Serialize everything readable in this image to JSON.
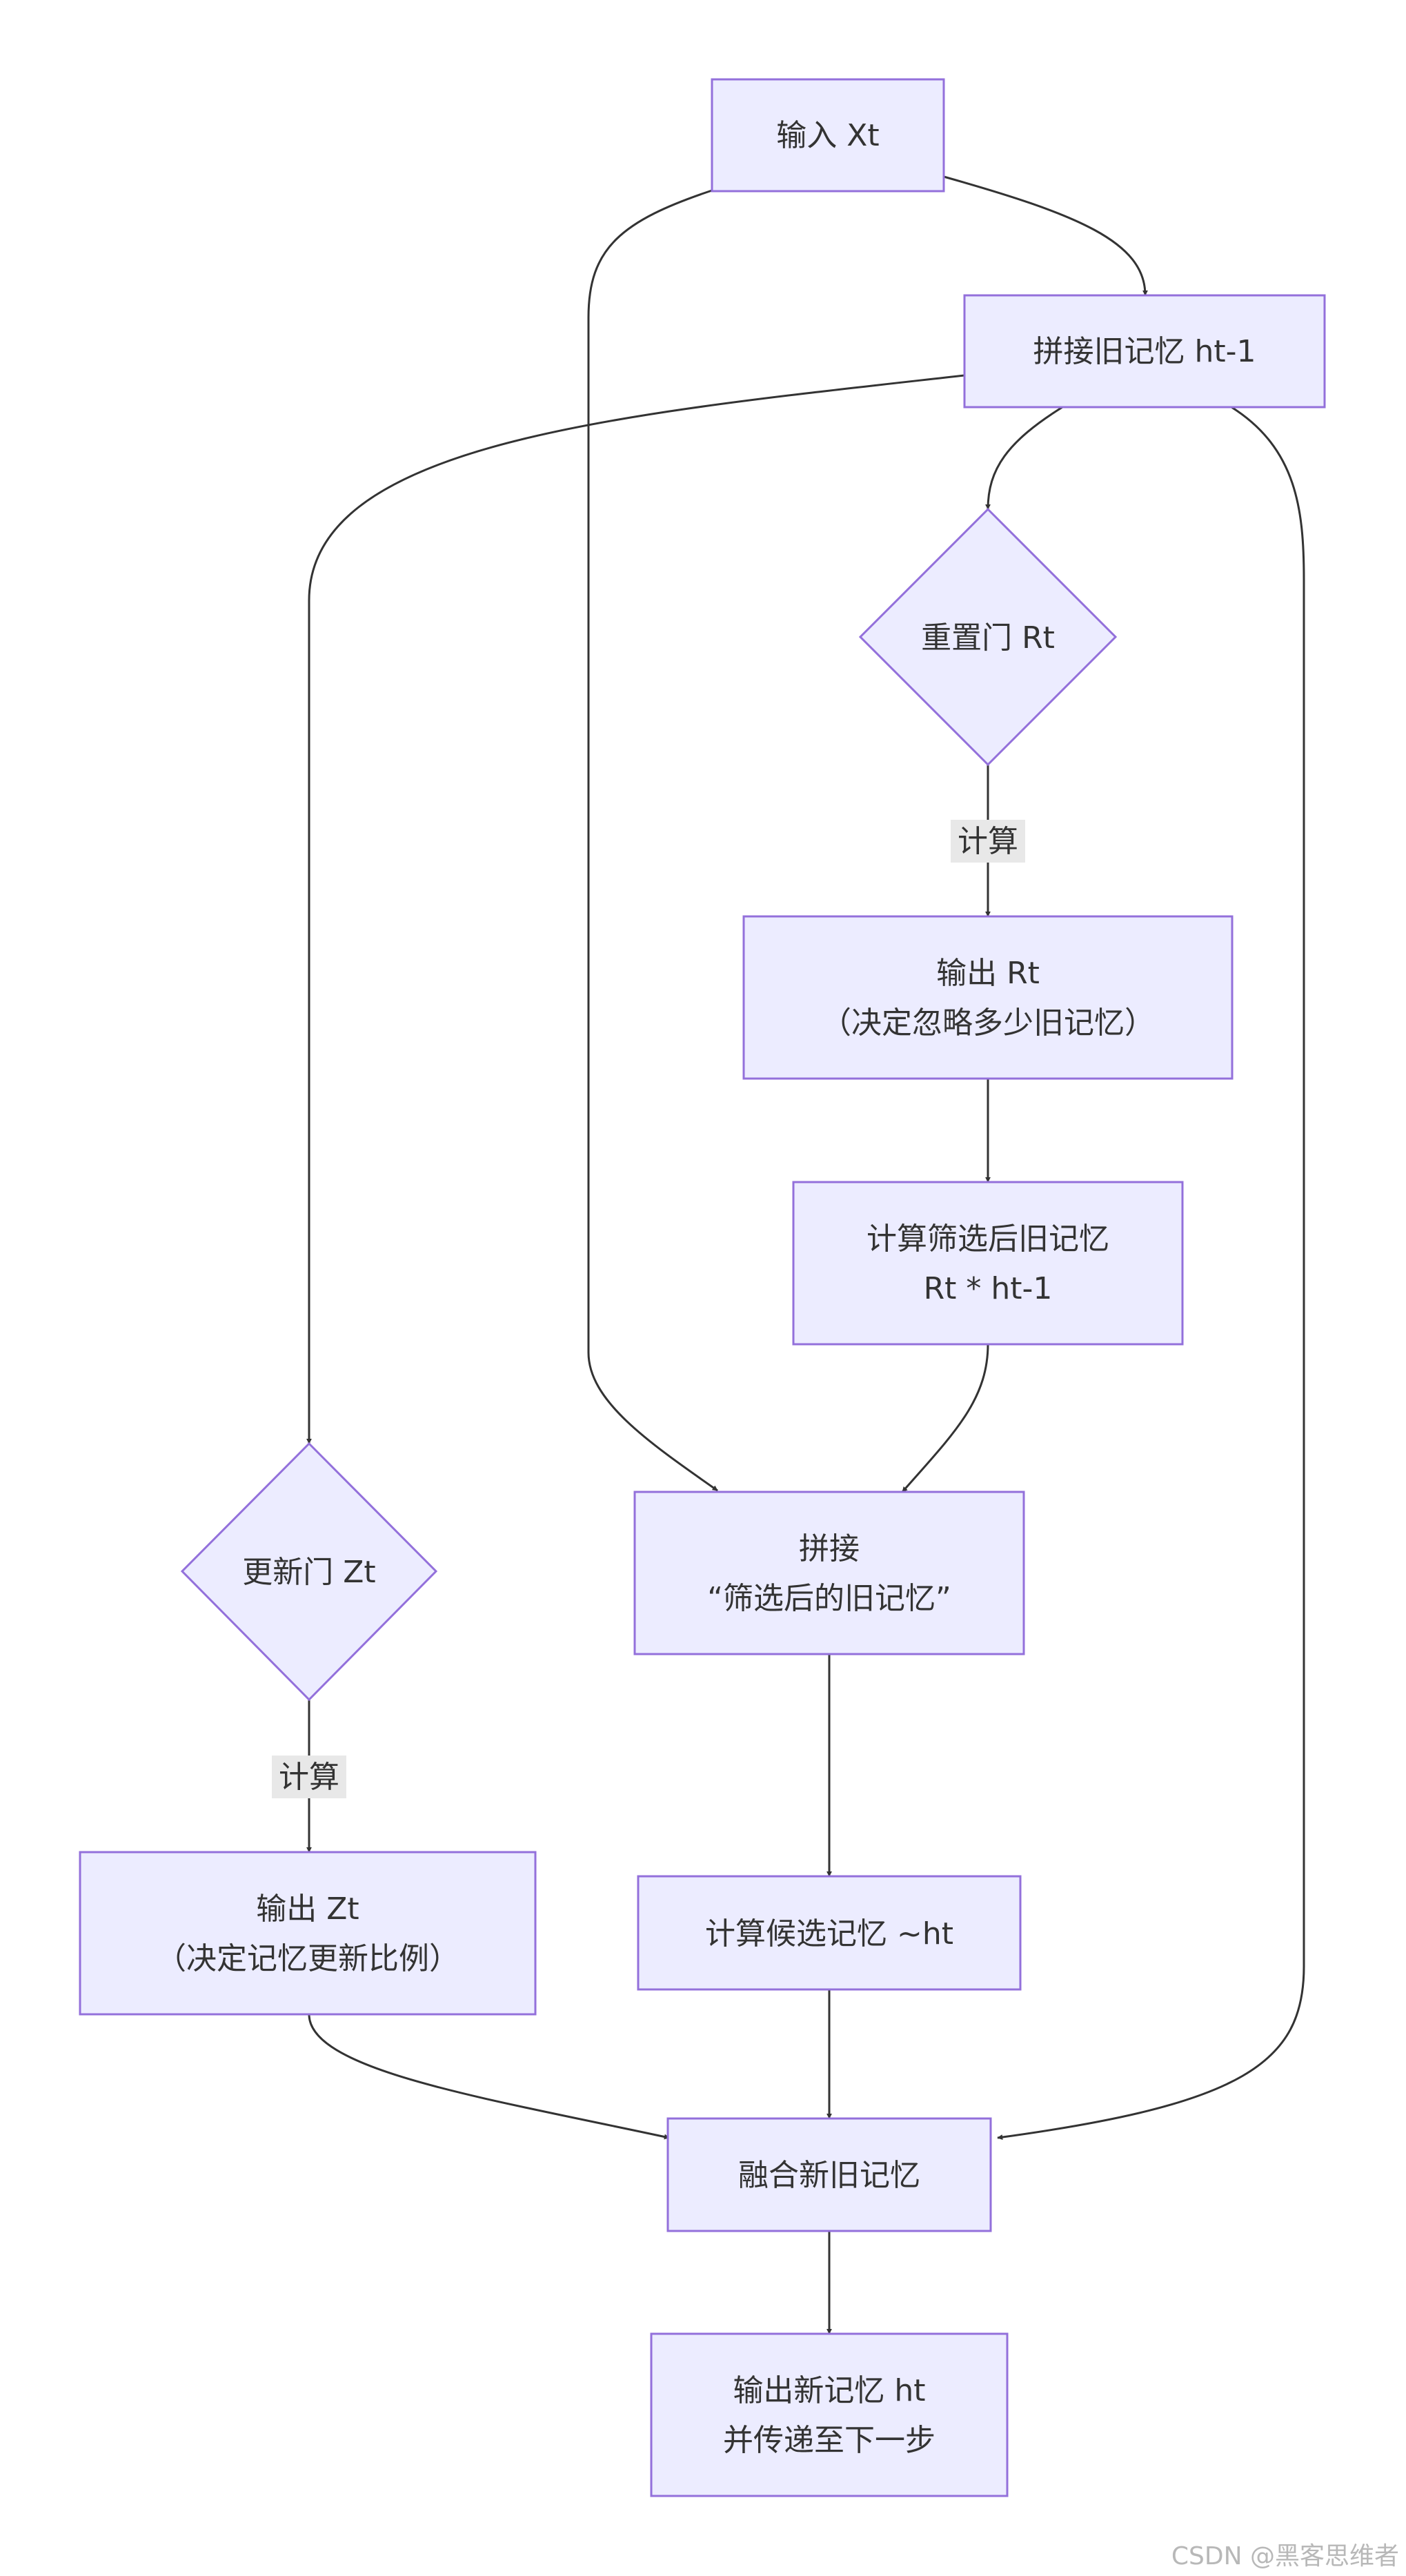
{
  "colors": {
    "node_fill": "#ECECFF",
    "node_stroke": "#9370DB",
    "edge": "#333333",
    "label_bg": "#E8E8E8",
    "watermark": "#B8B8B8"
  },
  "nodes": {
    "input_xt": {
      "lines": [
        "输入 Xt"
      ]
    },
    "concat_old": {
      "lines": [
        "拼接旧记忆 ht-1"
      ]
    },
    "reset_gate": {
      "lines": [
        "重置门 Rt"
      ]
    },
    "output_rt": {
      "lines": [
        "输出 Rt",
        "（决定忽略多少旧记忆）"
      ]
    },
    "filtered_mem": {
      "lines": [
        "计算筛选后旧记忆",
        "Rt * ht-1"
      ]
    },
    "concat_filtered": {
      "lines": [
        "拼接",
        "“筛选后的旧记忆”"
      ]
    },
    "update_gate": {
      "lines": [
        "更新门 Zt"
      ]
    },
    "output_zt": {
      "lines": [
        "输出 Zt",
        "（决定记忆更新比例）"
      ]
    },
    "candidate": {
      "lines": [
        "计算候选记忆 ~ht"
      ]
    },
    "fuse": {
      "lines": [
        "融合新旧记忆"
      ]
    },
    "output_ht": {
      "lines": [
        "输出新记忆 ht",
        "并传递至下一步"
      ]
    }
  },
  "edge_labels": {
    "reset_compute": "计算",
    "update_compute": "计算"
  },
  "watermark": "CSDN @黑客思维者"
}
